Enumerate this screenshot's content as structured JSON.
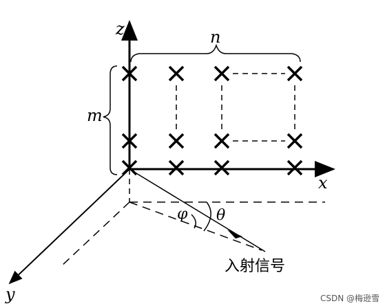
{
  "diagram": {
    "axes": {
      "x": "x",
      "y": "y",
      "z": "z"
    },
    "dims": {
      "columns": "n",
      "rows": "m"
    },
    "angles": {
      "elevation": "θ",
      "azimuth": "φ"
    },
    "signal_label": "入射信号",
    "grid": {
      "rows": 3,
      "columns": 4
    }
  },
  "watermark": "CSDN @梅逊雪"
}
